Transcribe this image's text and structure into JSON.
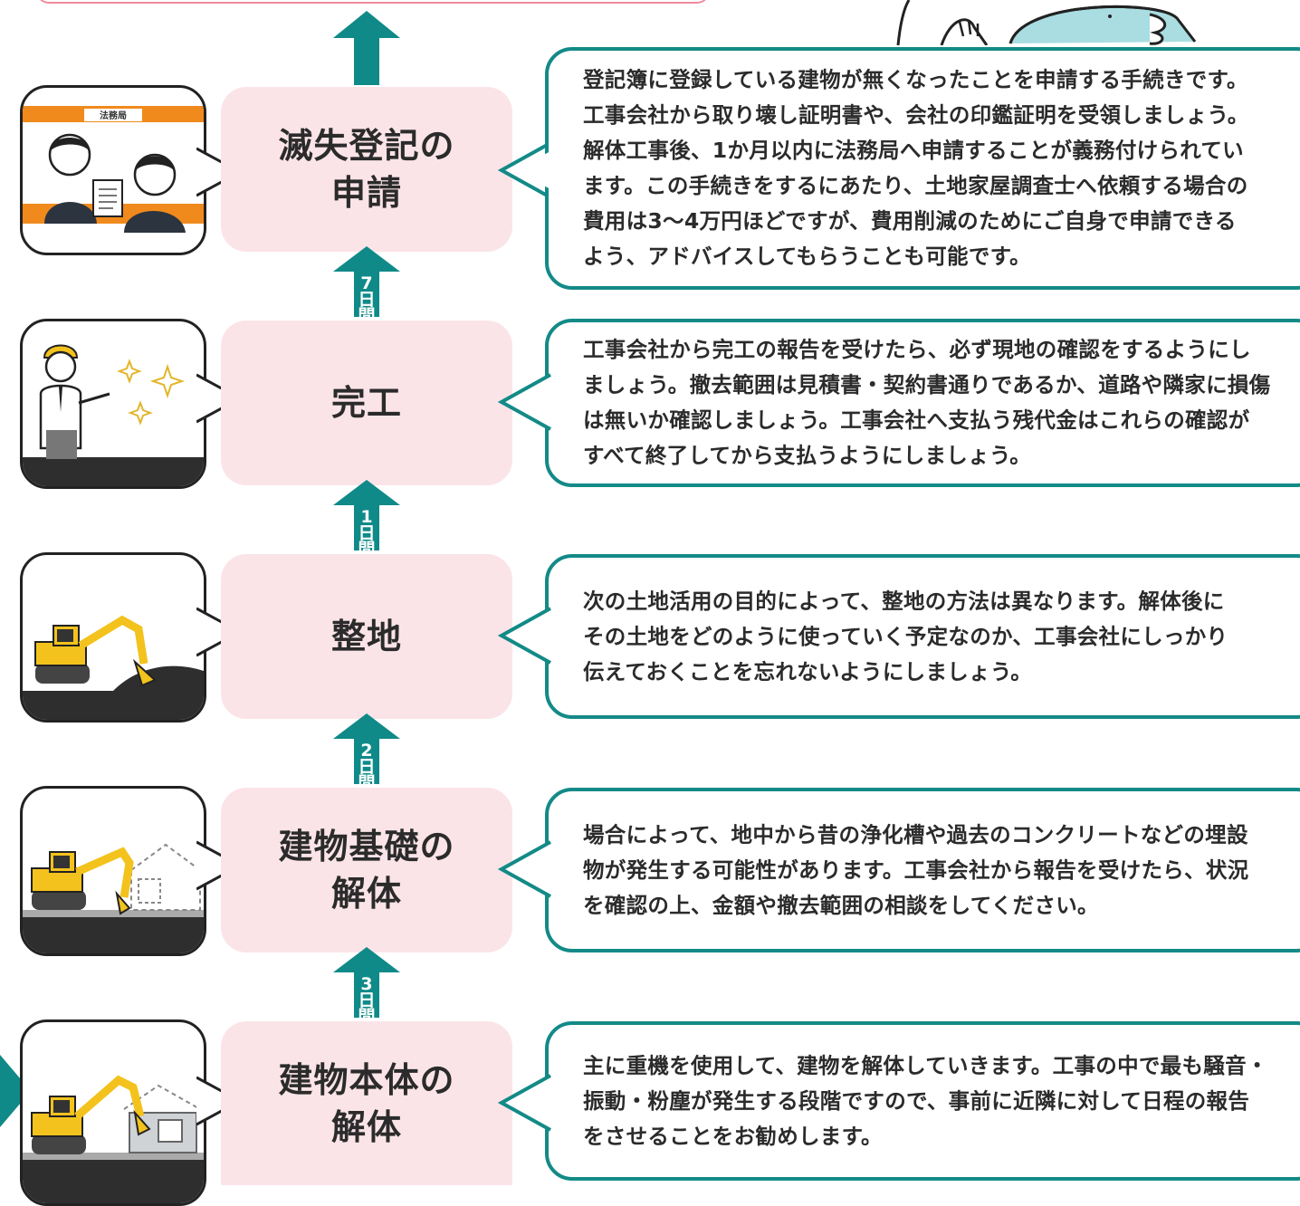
{
  "steps": [
    {
      "title": "滅失登記の\n申請",
      "sign": "法務局",
      "text": "登記簿に登録している建物が無くなったことを申請する手続きです。\n工事会社から取り壊し証明書や、会社の印鑑証明を受領しましょう。\n解体工事後、1か月以内に法務局へ申請することが義務付けられてい\nます。この手続きをするにあたり、土地家屋調査士へ依頼する場合の\n費用は3〜4万円ほどですが、費用削減のためにご自身で申請できる\nよう、アドバイスしてもらうことも可能です。"
    },
    {
      "title": "完工",
      "text": "工事会社から完工の報告を受けたら、必ず現地の確認をするようにし\nましょう。撤去範囲は見積書・契約書通りであるか、道路や隣家に損傷\nは無いか確認しましょう。工事会社へ支払う残代金はこれらの確認が\nすべて終了してから支払うようにしましょう。"
    },
    {
      "title": "整地",
      "text": "次の土地活用の目的によって、整地の方法は異なります。解体後に\nその土地をどのように使っていく予定なのか、工事会社にしっかり\n伝えておくことを忘れないようにしましょう。"
    },
    {
      "title": "建物基礎の\n解体",
      "text": "場合によって、地中から昔の浄化槽や過去のコンクリートなどの埋設\n物が発生する可能性があります。工事会社から報告を受けたら、状況\nを確認の上、金額や撤去範囲の相談をしてください。"
    },
    {
      "title": "建物本体の\n解体",
      "text": "主に重機を使用して、建物を解体していきます。工事の中で最も騒音・\n振動・粉塵が発生する段階ですので、事前に近隣に対して日程の報告\nをさせることをお勧めします。"
    }
  ],
  "durations": [
    {
      "num": "7",
      "c1": "日",
      "c2": "間"
    },
    {
      "num": "1",
      "c1": "日",
      "c2": "間"
    },
    {
      "num": "2",
      "c1": "日",
      "c2": "間"
    },
    {
      "num": "3",
      "c1": "日",
      "c2": "間"
    }
  ],
  "colors": {
    "teal": "#0f8a88",
    "pink_box": "#fbe4e8",
    "orange": "#f08a1c"
  }
}
